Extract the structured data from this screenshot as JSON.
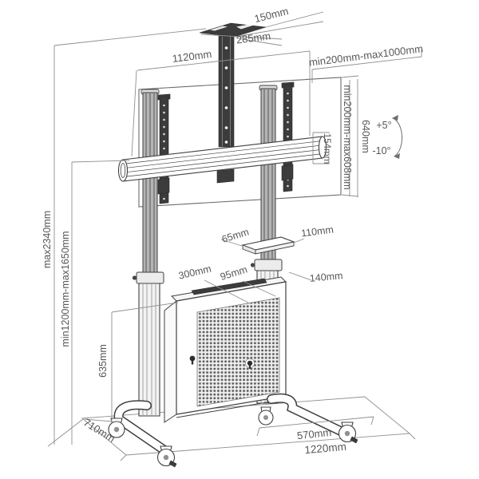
{
  "diagram": {
    "subject": "mobile TV cart dimension drawing",
    "colors": {
      "background": "#ffffff",
      "structure_line": "#3f3f3f",
      "dimension_line": "#8f8f8f",
      "label_text": "#575757",
      "dark_fill": "#3c3c3c"
    },
    "labels": {
      "top_plate_width": "150mm",
      "top_plate_depth": "285mm",
      "upper_rail_length": "1120mm",
      "vesa_width_range": "min200mm-max1000mm",
      "vesa_height_range": "min200mm-max608mm",
      "mount_bracket_height": "640mm",
      "rail_offset": "154mm",
      "tilt_up": "+5°",
      "tilt_down": "-10°",
      "overall_height_max": "max2340mm",
      "height_adjustment_range": "min1200mm-max1650mm",
      "tray_depth": "65mm",
      "tray_width": "110mm",
      "cabinet_top_width": "300mm",
      "cabinet_top_gap": "95mm",
      "column_offset": "140mm",
      "cabinet_height": "635mm",
      "base_depth": "710mm",
      "caster_spacing": "570mm",
      "base_width": "1220mm"
    }
  }
}
